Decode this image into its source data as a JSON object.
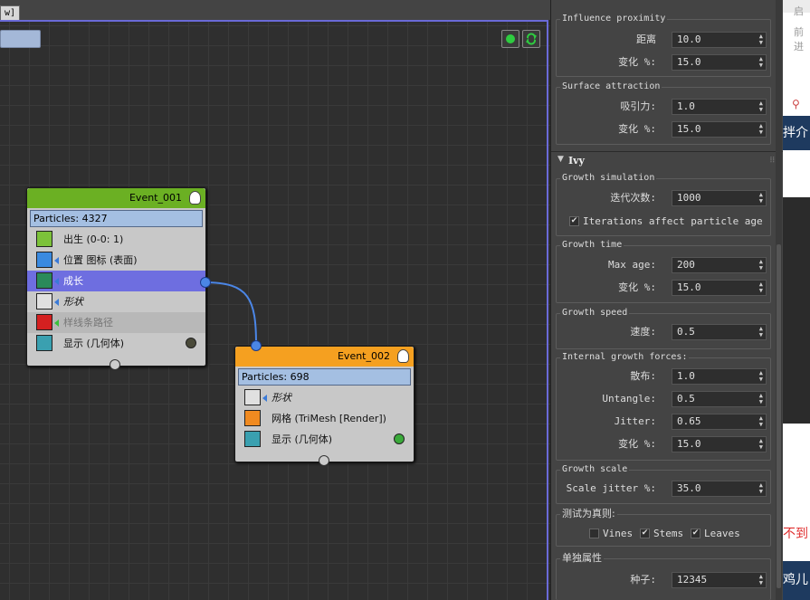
{
  "graph": {
    "tab_label": "w]",
    "event1": {
      "title": "Event_001",
      "particles": "Particles: 4327",
      "header_color": "#6bb023",
      "operators": [
        "出生 (0-0: 1)",
        "位置 图标 (表面)",
        "成长",
        "形状",
        "样线条路径",
        "显示 (几何体)"
      ]
    },
    "event2": {
      "title": "Event_002",
      "particles": "Particles: 698",
      "header_color": "#f5a020",
      "operators": [
        "形状",
        "网格 (TriMesh [Render])",
        "显示 (几何体)"
      ]
    }
  },
  "panel": {
    "influence": {
      "title": "Influence proximity",
      "distance_label": "距离",
      "distance": "10.0",
      "var_label": "变化 %:",
      "var": "15.0"
    },
    "surface": {
      "title": "Surface attraction",
      "attract_label": "吸引力:",
      "attract": "1.0",
      "var_label": "变化 %:",
      "var": "15.0"
    },
    "rollout": "Ivy",
    "growth_sim": {
      "title": "Growth simulation",
      "iter_label": "迭代次数:",
      "iter": "1000",
      "check_label": "Iterations affect particle age"
    },
    "growth_time": {
      "title": "Growth time",
      "maxage_label": "Max age:",
      "maxage": "200",
      "var_label": "变化 %:",
      "var": "15.0"
    },
    "growth_speed": {
      "title": "Growth speed",
      "speed_label": "速度:",
      "speed": "0.5"
    },
    "forces": {
      "title": "Internal growth forces:",
      "spread_label": "散布:",
      "spread": "1.0",
      "untangle_label": "Untangle:",
      "untangle": "0.5",
      "jitter_label": "Jitter:",
      "jitter": "0.65",
      "var_label": "变化 %:",
      "var": "15.0"
    },
    "growth_scale": {
      "title": "Growth scale",
      "sj_label": "Scale jitter %:",
      "sj": "35.0"
    },
    "test": {
      "title": "测试为真则:",
      "vines": "Vines",
      "stems": "Stems",
      "leaves": "Leaves"
    },
    "unique": {
      "title": "单独属性",
      "seed_label": "种子:",
      "seed": "12345"
    }
  },
  "strip": {
    "t1": "启",
    "t2": "前进",
    "t3": "拌介绍",
    "t4": "不到",
    "t5": "鸡儿"
  }
}
